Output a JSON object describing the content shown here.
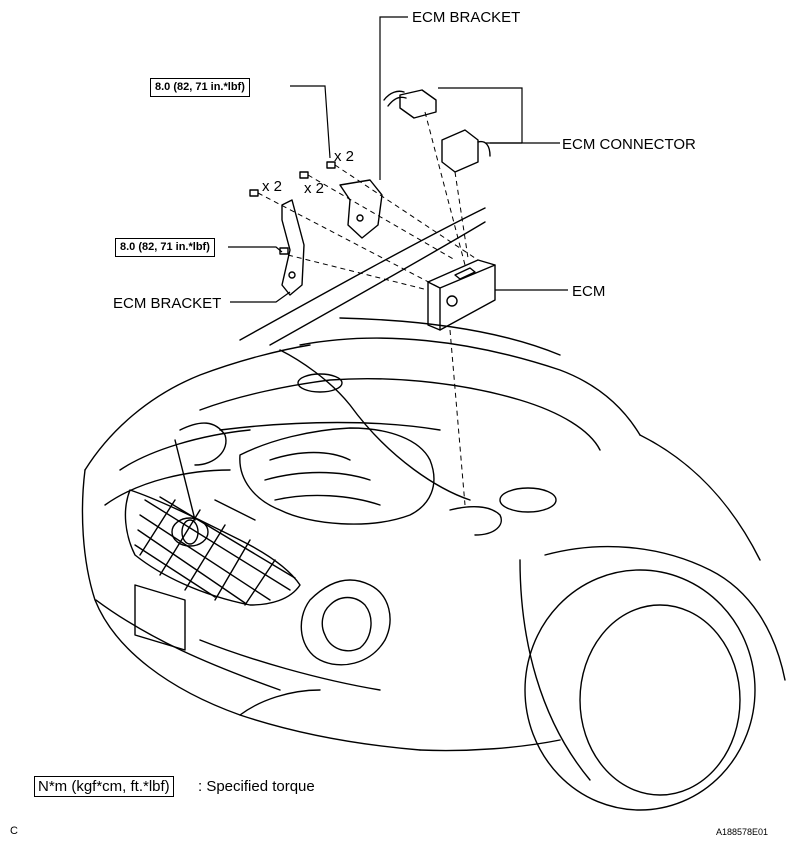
{
  "labels": {
    "ecm_bracket_top": "ECM BRACKET",
    "ecm_connector": "ECM CONNECTOR",
    "ecm": "ECM",
    "ecm_bracket_left": "ECM BRACKET"
  },
  "torque": {
    "upper": "8.0 (82, 71 in.*lbf)",
    "lower": "8.0 (82, 71 in.*lbf)"
  },
  "quantities": {
    "bolt_right": "x 2",
    "bolt_middle": "x 2",
    "bolt_left": "x 2"
  },
  "legend": {
    "unit_box": "N*m (kgf*cm, ft.*lbf)",
    "description": ": Specified torque"
  },
  "footer": {
    "corner_letter": "C",
    "figure_id": "A188578E01"
  }
}
